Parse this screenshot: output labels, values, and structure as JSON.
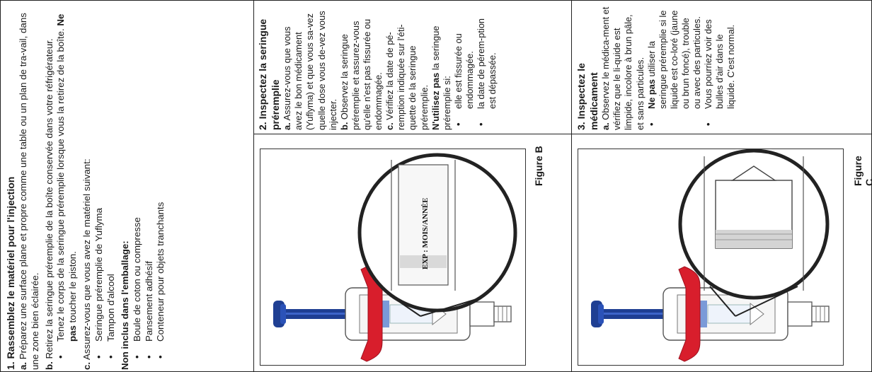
{
  "col1": {
    "title": "1. Rassemblez le matériel pour l'injection",
    "a_prefix": "a.",
    "a_text": " Préparez une surface plane et propre comme une table ou un plan de tra-vail, dans une zone bien éclairée.",
    "b_prefix": "b.",
    "b_text": " Retirez la seringue préremplie de la boîte conservée dans votre réfrigérateur.",
    "b_bullet_pre": "Tenez le corps de la seringue préremplie lorsque vous la retirez de la boîte. ",
    "b_bullet_bold": "Ne pas",
    "b_bullet_post": " toucher le piston.",
    "c_prefix": "c.",
    "c_text": " Assurez-vous que vous avez le matériel suivant:",
    "c_items": [
      "Seringue préremplie de Yuflyma",
      "Tampon d'alcool"
    ],
    "not_included_title": "Non inclus dans l'emballage:",
    "not_included_items": [
      "Boule de coton ou compresse",
      "Pansement adhésif",
      "Conteneur pour objets tranchants"
    ]
  },
  "col2": {
    "title": "2. Inspectez la seringue préremplie",
    "a_prefix": "a.",
    "a_text": " Assurez-vous que vous avez le bon médicament (Yuflyma) et que vous sa-vez quelle dose vous de-vez vous injecter.",
    "b_prefix": "b.",
    "b_text": " Observez la seringue préremplie et assurez-vous qu'elle n'est pas fissurée ou endommagée.",
    "c_prefix": "c.",
    "c_text": " Vérifiez la date de pé-remption indiquée sur l'éti-quette de la seringue préremplie.",
    "no_use_bold": "N'utilisez pas",
    "no_use_text": " la seringue préremplie si:",
    "items": [
      "elle est fissurée ou endommagée.",
      "la date de pérem-ption est dépassée."
    ],
    "figure_label": "Figure B",
    "expiry_label": "EXP : MOIS/ANNÉE"
  },
  "col3": {
    "title": "3. Inspectez le médicament",
    "a_prefix": "a.",
    "a_text": " Observez le médica-ment et vérifiez que le li-quide est limpide, incolore à brun pâle, et sans particules.",
    "item1_bold": "Ne pas",
    "item1_text": " utiliser la seringue préremplie si le liquide est co-loré (jaune ou brun foncé), trouble ou avec des particules.",
    "item2_text": "Vous pourriez voir des bulles d'air dans le liquide. C'est normal.",
    "figure_label": "Figure C"
  },
  "colors": {
    "accent_red": "#d81e2c",
    "plunger_blue": "#1f3f93",
    "border": "#222222"
  }
}
